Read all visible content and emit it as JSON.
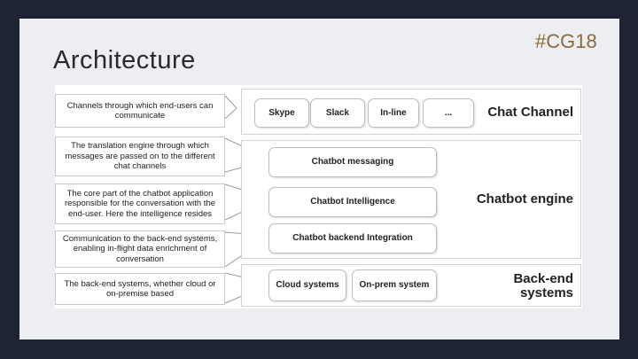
{
  "slide": {
    "title": "Architecture",
    "tag": "#CG18"
  },
  "notes": [
    "Channels through which end-users can communicate",
    "The translation engine through which messages are passed on to the different chat channels",
    "The core part of the chatbot application responsible for the conversation with the end-user. Here the intelligence resides",
    "Communication to the back-end systems, enabling in-flight data enrichment of conversation",
    "The back-end systems, whether cloud or on-premise based"
  ],
  "layers": {
    "chat_channel": {
      "label": "Chat Channel",
      "boxes": [
        "Skype",
        "Slack",
        "In-line",
        "..."
      ]
    },
    "chatbot_engine": {
      "label": "Chatbot engine",
      "boxes": [
        "Chatbot messaging",
        "Chatbot Intelligence",
        "Chatbot backend Integration"
      ]
    },
    "backend": {
      "label": "Back-end systems",
      "boxes": [
        "Cloud systems",
        "On-prem system"
      ]
    }
  }
}
